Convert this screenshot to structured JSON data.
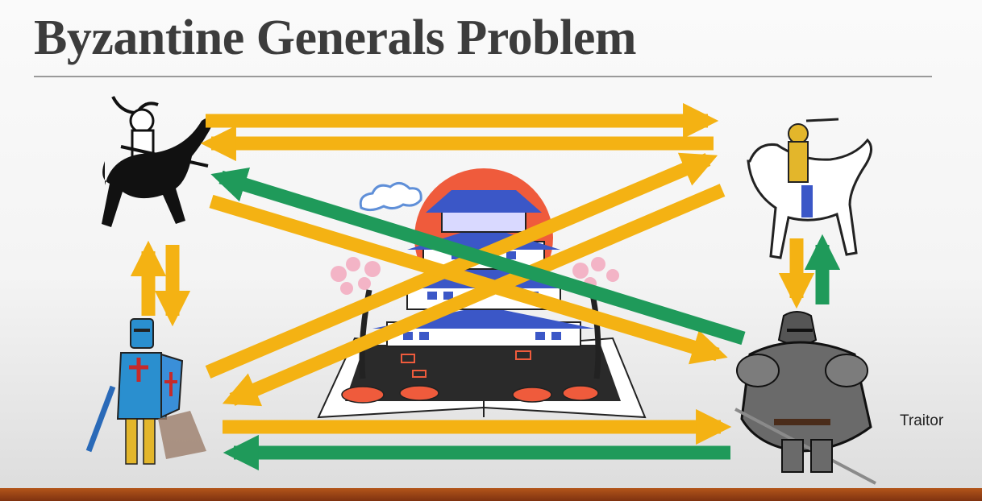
{
  "slide": {
    "title": "Byzantine Generals Problem",
    "traitor_label": "Traitor"
  },
  "colors": {
    "loyal_message": "#f4b213",
    "traitor_message": "#1f9a5a",
    "title_text": "#3c3c3c",
    "bottom_bar": "#a0481a"
  },
  "generals": [
    {
      "id": "general-top-left",
      "icon": "black-knight-on-horse-icon",
      "role": "loyal"
    },
    {
      "id": "general-top-right",
      "icon": "golden-knight-on-white-horse-icon",
      "role": "loyal"
    },
    {
      "id": "general-bottom-left",
      "icon": "crusader-knight-with-shield-icon",
      "role": "loyal"
    },
    {
      "id": "general-bottom-right",
      "icon": "armored-knight-with-sword-icon",
      "role": "traitor"
    }
  ],
  "center_image": {
    "icon": "japanese-castle-book-icon"
  }
}
